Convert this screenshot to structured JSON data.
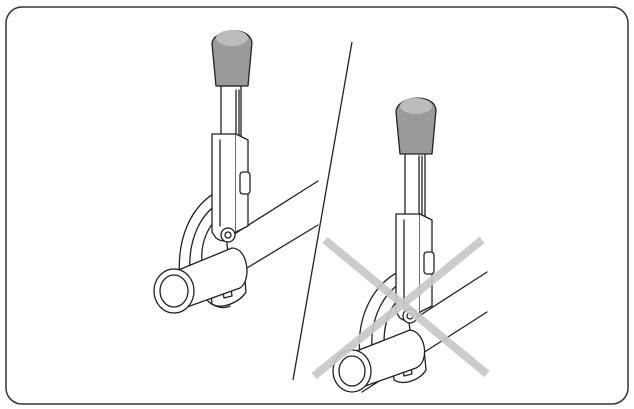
{
  "figure": {
    "panels": [
      {
        "id": "correct-use",
        "tool": "tube-bender"
      },
      {
        "id": "incorrect-use",
        "tool": "tube-bender",
        "marker": "prohibited-cross"
      }
    ],
    "colors": {
      "frame": "#333333",
      "line": "#222222",
      "handle_grip": "#9a9a9a",
      "grip_highlight": "#bcbcbc",
      "cross": "#c8c8c8",
      "background": "#ffffff"
    }
  }
}
